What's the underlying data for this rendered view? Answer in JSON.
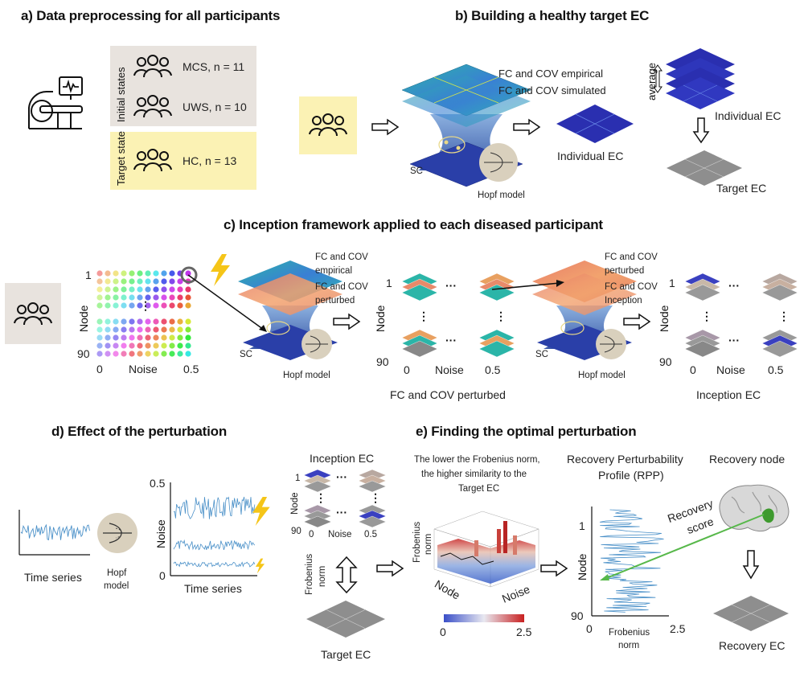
{
  "panel_a": {
    "title": "a) Data preprocessing for all participants",
    "initial_states_label": "Initial states",
    "target_state_label": "Target state",
    "groups": [
      {
        "label": "MCS, n = 11"
      },
      {
        "label": "UWS, n = 10"
      },
      {
        "label": "HC, n = 13"
      }
    ]
  },
  "panel_b": {
    "title": "b) Building a healthy target EC",
    "fc_cov_empirical": "FC and COV empirical",
    "fc_cov_simulated": "FC and COV simulated",
    "sc_label": "SC",
    "hopf_label": "Hopf model",
    "individual_ec_label": "Individual EC",
    "individual_ec_label_2": "Individual EC",
    "average_label": "average",
    "target_ec_label": "Target EC"
  },
  "panel_c": {
    "title": "c) Inception framework applied to each diseased participant",
    "node_axis": "Node",
    "noise_axis": "Noise",
    "node_first": "1",
    "node_last": "90",
    "noise_min": "0",
    "noise_max": "0.5",
    "fc_cov_empirical_line1": "FC and COV",
    "fc_cov_empirical_line2": "empirical",
    "fc_cov_perturbed_line1": "FC and COV",
    "fc_cov_perturbed_line2": "perturbed",
    "sc_label": "SC",
    "hopf_label": "Hopf model",
    "fc_cov_perturbed_caption": "FC and COV perturbed",
    "right_line1": "FC and COV",
    "right_line2": "perturbed",
    "right_line3": "FC and COV",
    "right_line4": "Inception",
    "inception_ec_caption": "Inception EC",
    "dots": "..."
  },
  "panel_d": {
    "title": "d) Effect of the perturbation",
    "time_series_label": "Time series",
    "hopf_line1": "Hopf",
    "hopf_line2": "model",
    "noise_axis": "Noise",
    "noise_max": "0.5",
    "noise_min": "0",
    "time_series_axis": "Time series"
  },
  "panel_e": {
    "title": "e) Finding the optimal perturbation",
    "inception_ec_label": "Inception EC",
    "node_axis": "Node",
    "noise_axis": "Noise",
    "node_first": "1",
    "node_last": "90",
    "noise_min": "0",
    "noise_max": "0.5",
    "frobenius_norm_line1": "Frobenius",
    "frobenius_norm_line2": "norm",
    "target_ec_label": "Target EC",
    "note_line1": "The lower the Frobenius norm,",
    "note_line2": "the higher similarity to the",
    "note_line3": "Target EC",
    "surface_node_axis": "Node",
    "surface_noise_axis": "Noise",
    "colorbar_min": "0",
    "colorbar_max": "2.5",
    "rpp_title_line1": "Recovery Perturbability",
    "rpp_title_line2": "Profile (RPP)",
    "rpp_node_axis": "Node",
    "rpp_node_first": "1",
    "rpp_node_last": "90",
    "rpp_x_min": "0",
    "rpp_x_max": "2.5",
    "rpp_x_line1": "Frobenius",
    "rpp_x_line2": "norm",
    "recovery_node_label": "Recovery node",
    "recovery_score_line1": "Recovery",
    "recovery_score_line2": "score",
    "recovery_ec_label": "Recovery EC"
  },
  "colors": {
    "grey_box": "#e8e3de",
    "yellow_box": "#fbf2b4",
    "hopf_circle": "#d9d0bd",
    "matrix_blue": "#2a2fb0",
    "green_arrow": "#57b84a",
    "timeseries_blue": "#4a90c8"
  }
}
